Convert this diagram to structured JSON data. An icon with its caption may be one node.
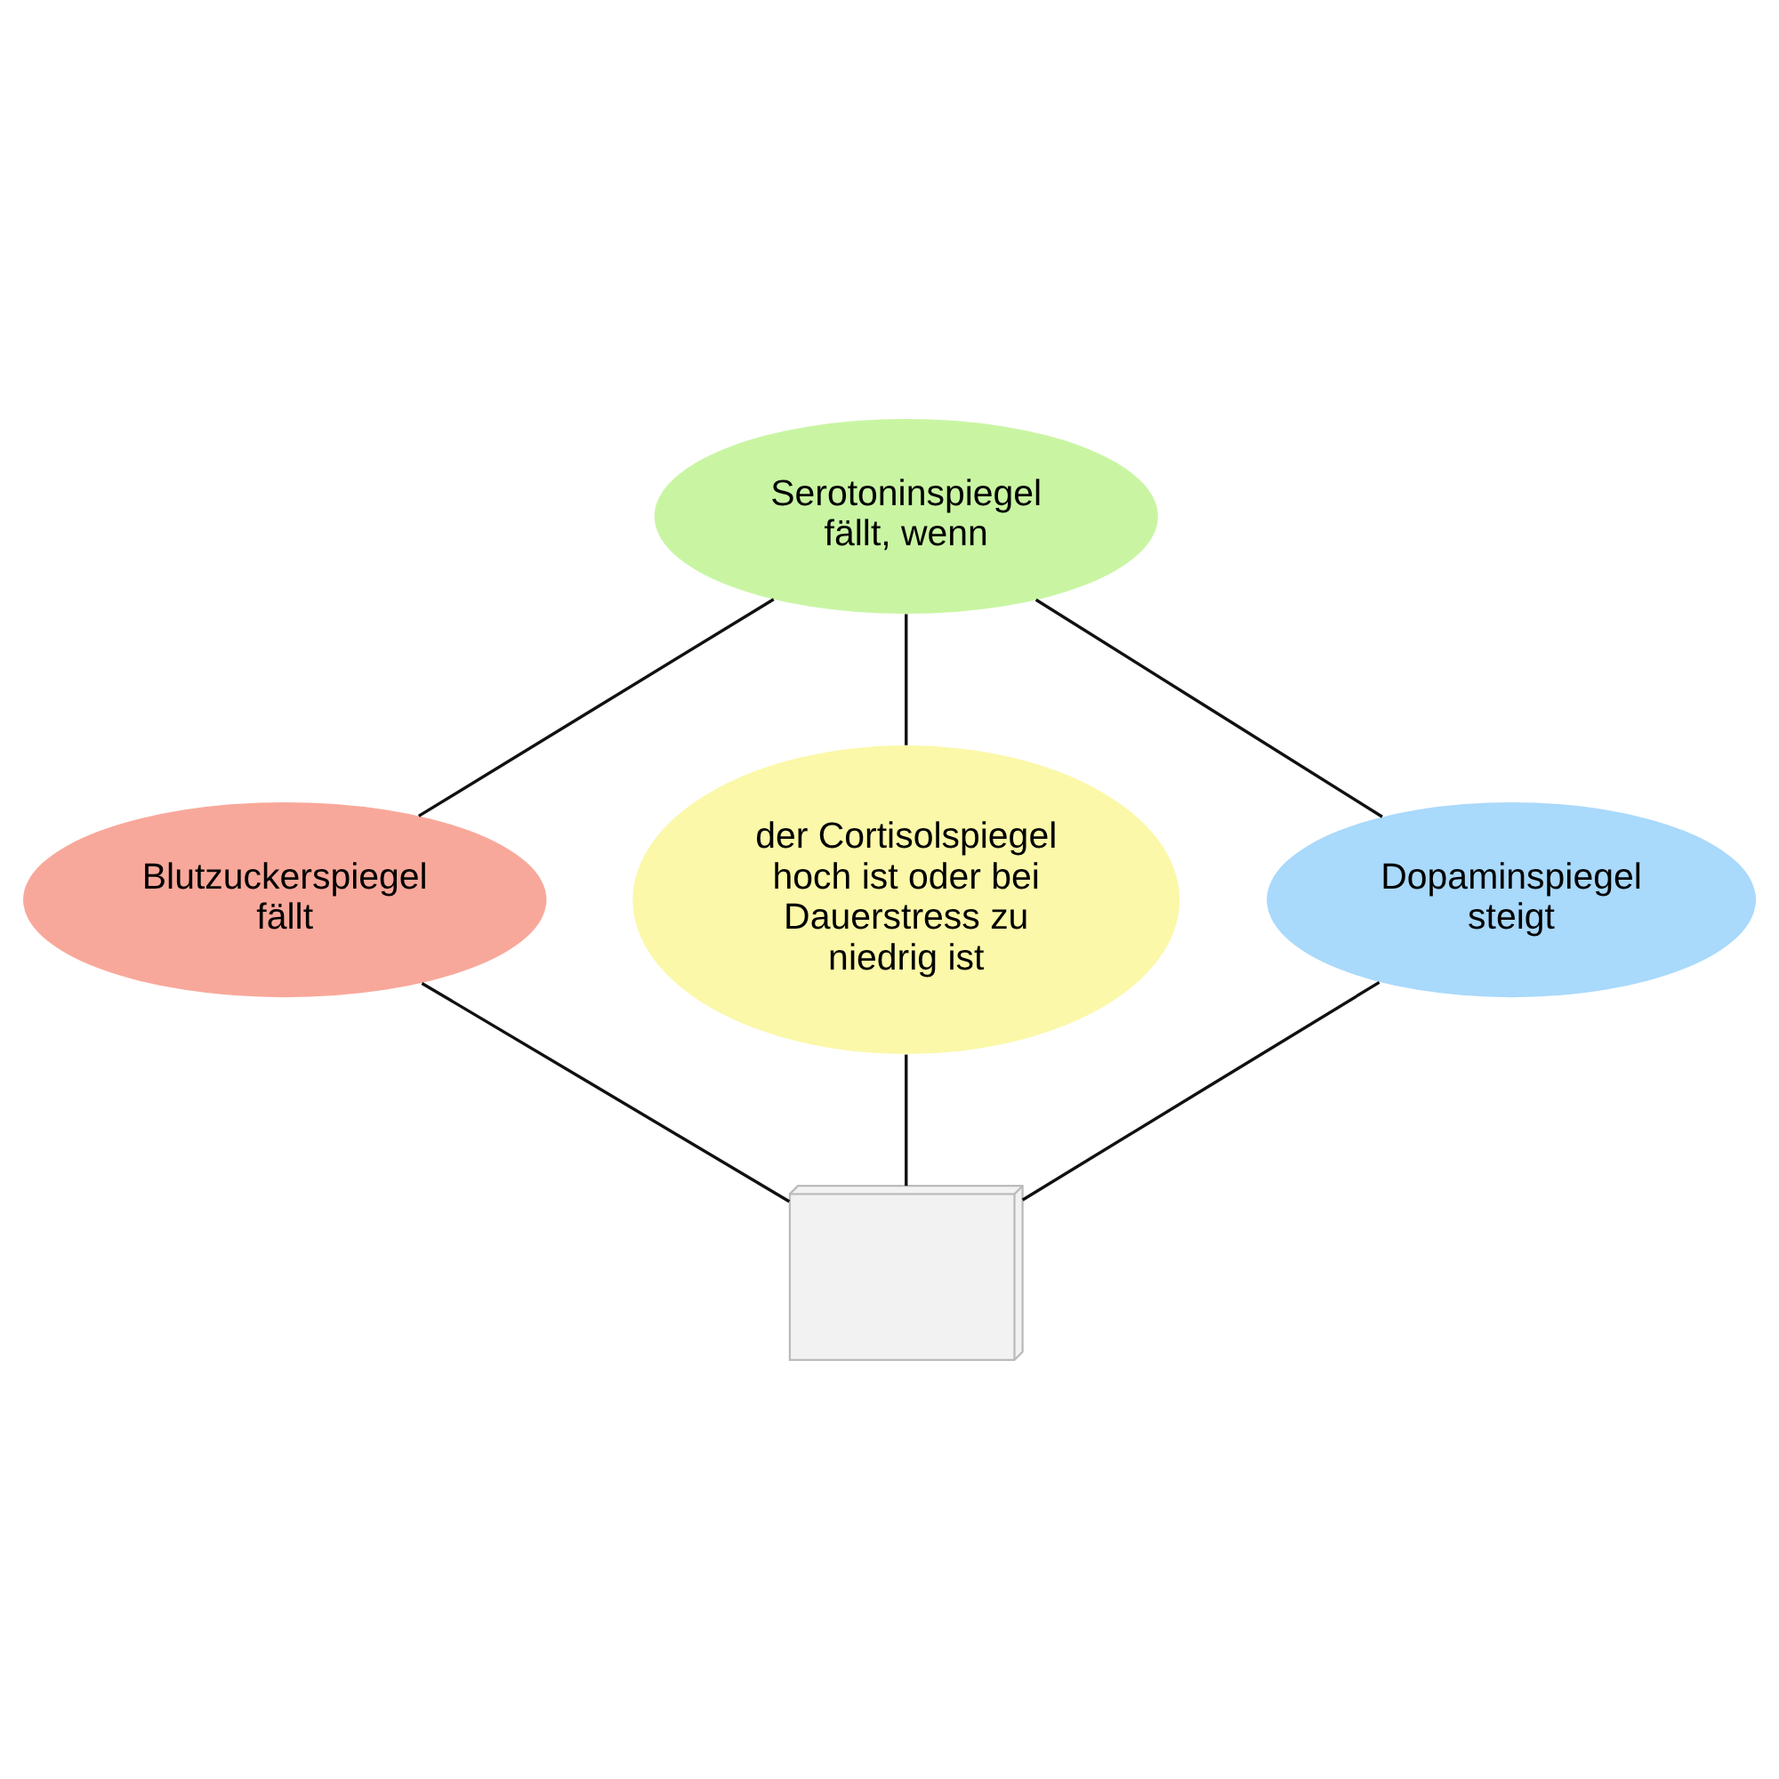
{
  "diagram": {
    "nodes": [
      {
        "text": [
          "Serotoninspiegel fällt, wenn"
        ]
      },
      {
        "text": [
          "Blutzuckerspiegel fällt"
        ]
      },
      {
        "text": [
          "der Cortisolspiegel hoch ist oder bei Dauerstress zu niedrig ist"
        ]
      },
      {
        "text": [
          "Dopaminspiegel steigt"
        ]
      },
      {
        "text": [],
        "shape": "picture"
      }
    ],
    "edges": [
      {
        "from": 0,
        "to": 1,
        "arrow": "none"
      },
      {
        "from": 0,
        "to": 2,
        "arrow": "none"
      },
      {
        "from": 0,
        "to": 3,
        "arrow": "none"
      },
      {
        "from": 1,
        "to": 4,
        "arrow": "none"
      },
      {
        "from": 2,
        "to": 4,
        "arrow": "none"
      },
      {
        "from": 3,
        "to": 4,
        "arrow": "none"
      }
    ]
  }
}
